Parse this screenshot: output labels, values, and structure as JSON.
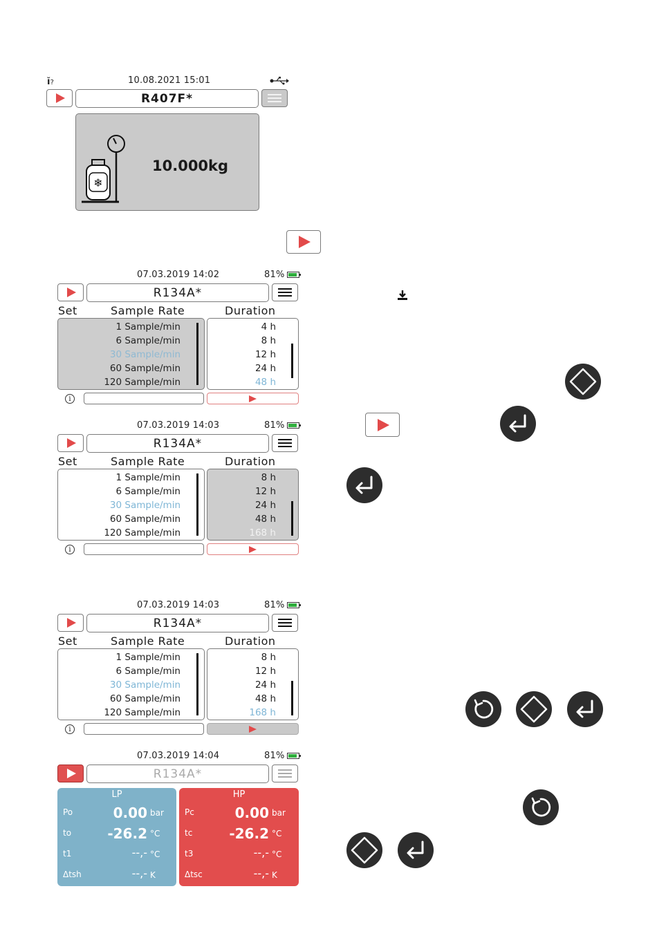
{
  "screen1": {
    "status_left": "?",
    "datetime": "10.08.2021 15:01",
    "usb_icon": "usb-icon",
    "title": "R407F*",
    "weight": "10.000kg",
    "icons": {
      "cylinder": "refrigerant-cylinder-icon",
      "gauge": "scale-gauge-icon"
    }
  },
  "screen2": {
    "datetime": "07.03.2019 14:02",
    "battery": "81%",
    "title": "R134A*",
    "headers": {
      "set": "Set",
      "rate": "Sample Rate",
      "duration": "Duration"
    },
    "rates": [
      "1 Sample/min",
      "6 Sample/min",
      "30 Sample/min",
      "60 Sample/min",
      "120 Sample/min"
    ],
    "rate_selected": 2,
    "durations": [
      "4 h",
      "8 h",
      "12 h",
      "24 h",
      "48 h"
    ],
    "duration_selected": 4
  },
  "screen3": {
    "datetime": "07.03.2019 14:03",
    "battery": "81%",
    "title": "R134A*",
    "headers": {
      "set": "Set",
      "rate": "Sample Rate",
      "duration": "Duration"
    },
    "rates": [
      "1 Sample/min",
      "6 Sample/min",
      "30 Sample/min",
      "60 Sample/min",
      "120 Sample/min"
    ],
    "durations": [
      "8 h",
      "12 h",
      "24 h",
      "48 h",
      "168 h"
    ]
  },
  "screen4": {
    "datetime": "07.03.2019 14:03",
    "battery": "81%",
    "title": "R134A*",
    "headers": {
      "set": "Set",
      "rate": "Sample Rate",
      "duration": "Duration"
    },
    "rates": [
      "1 Sample/min",
      "6 Sample/min",
      "30 Sample/min",
      "60 Sample/min",
      "120 Sample/min"
    ],
    "durations": [
      "8 h",
      "12 h",
      "24 h",
      "48 h",
      "168 h"
    ]
  },
  "screen5": {
    "datetime": "07.03.2019 14:04",
    "battery": "81%",
    "title": "R134A*",
    "lp": {
      "title": "LP",
      "rows": [
        {
          "label": "Po",
          "value": "0.00",
          "unit": "bar"
        },
        {
          "label": "to",
          "value": "-26.2",
          "unit": "°C"
        },
        {
          "label": "t1",
          "value": "--,-",
          "unit": "°C"
        },
        {
          "label": "Δtsh",
          "value": "--,-",
          "unit": "K"
        }
      ]
    },
    "hp": {
      "title": "HP",
      "rows": [
        {
          "label": "Pc",
          "value": "0.00",
          "unit": "bar"
        },
        {
          "label": "tc",
          "value": "-26.2",
          "unit": "°C"
        },
        {
          "label": "t3",
          "value": "--,-",
          "unit": "°C"
        },
        {
          "label": "Δtsc",
          "value": "--,-",
          "unit": "K"
        }
      ]
    }
  },
  "colors": {
    "lp_panel": "#7fb2c9",
    "hp_panel": "#e24d4d",
    "selected_text": "#7fb6d6",
    "battery": "#2fae3d"
  },
  "side_icons": [
    "play-button-icon",
    "download-icon",
    "navigation-pad-icon",
    "enter-icon",
    "back-rotate-icon"
  ]
}
